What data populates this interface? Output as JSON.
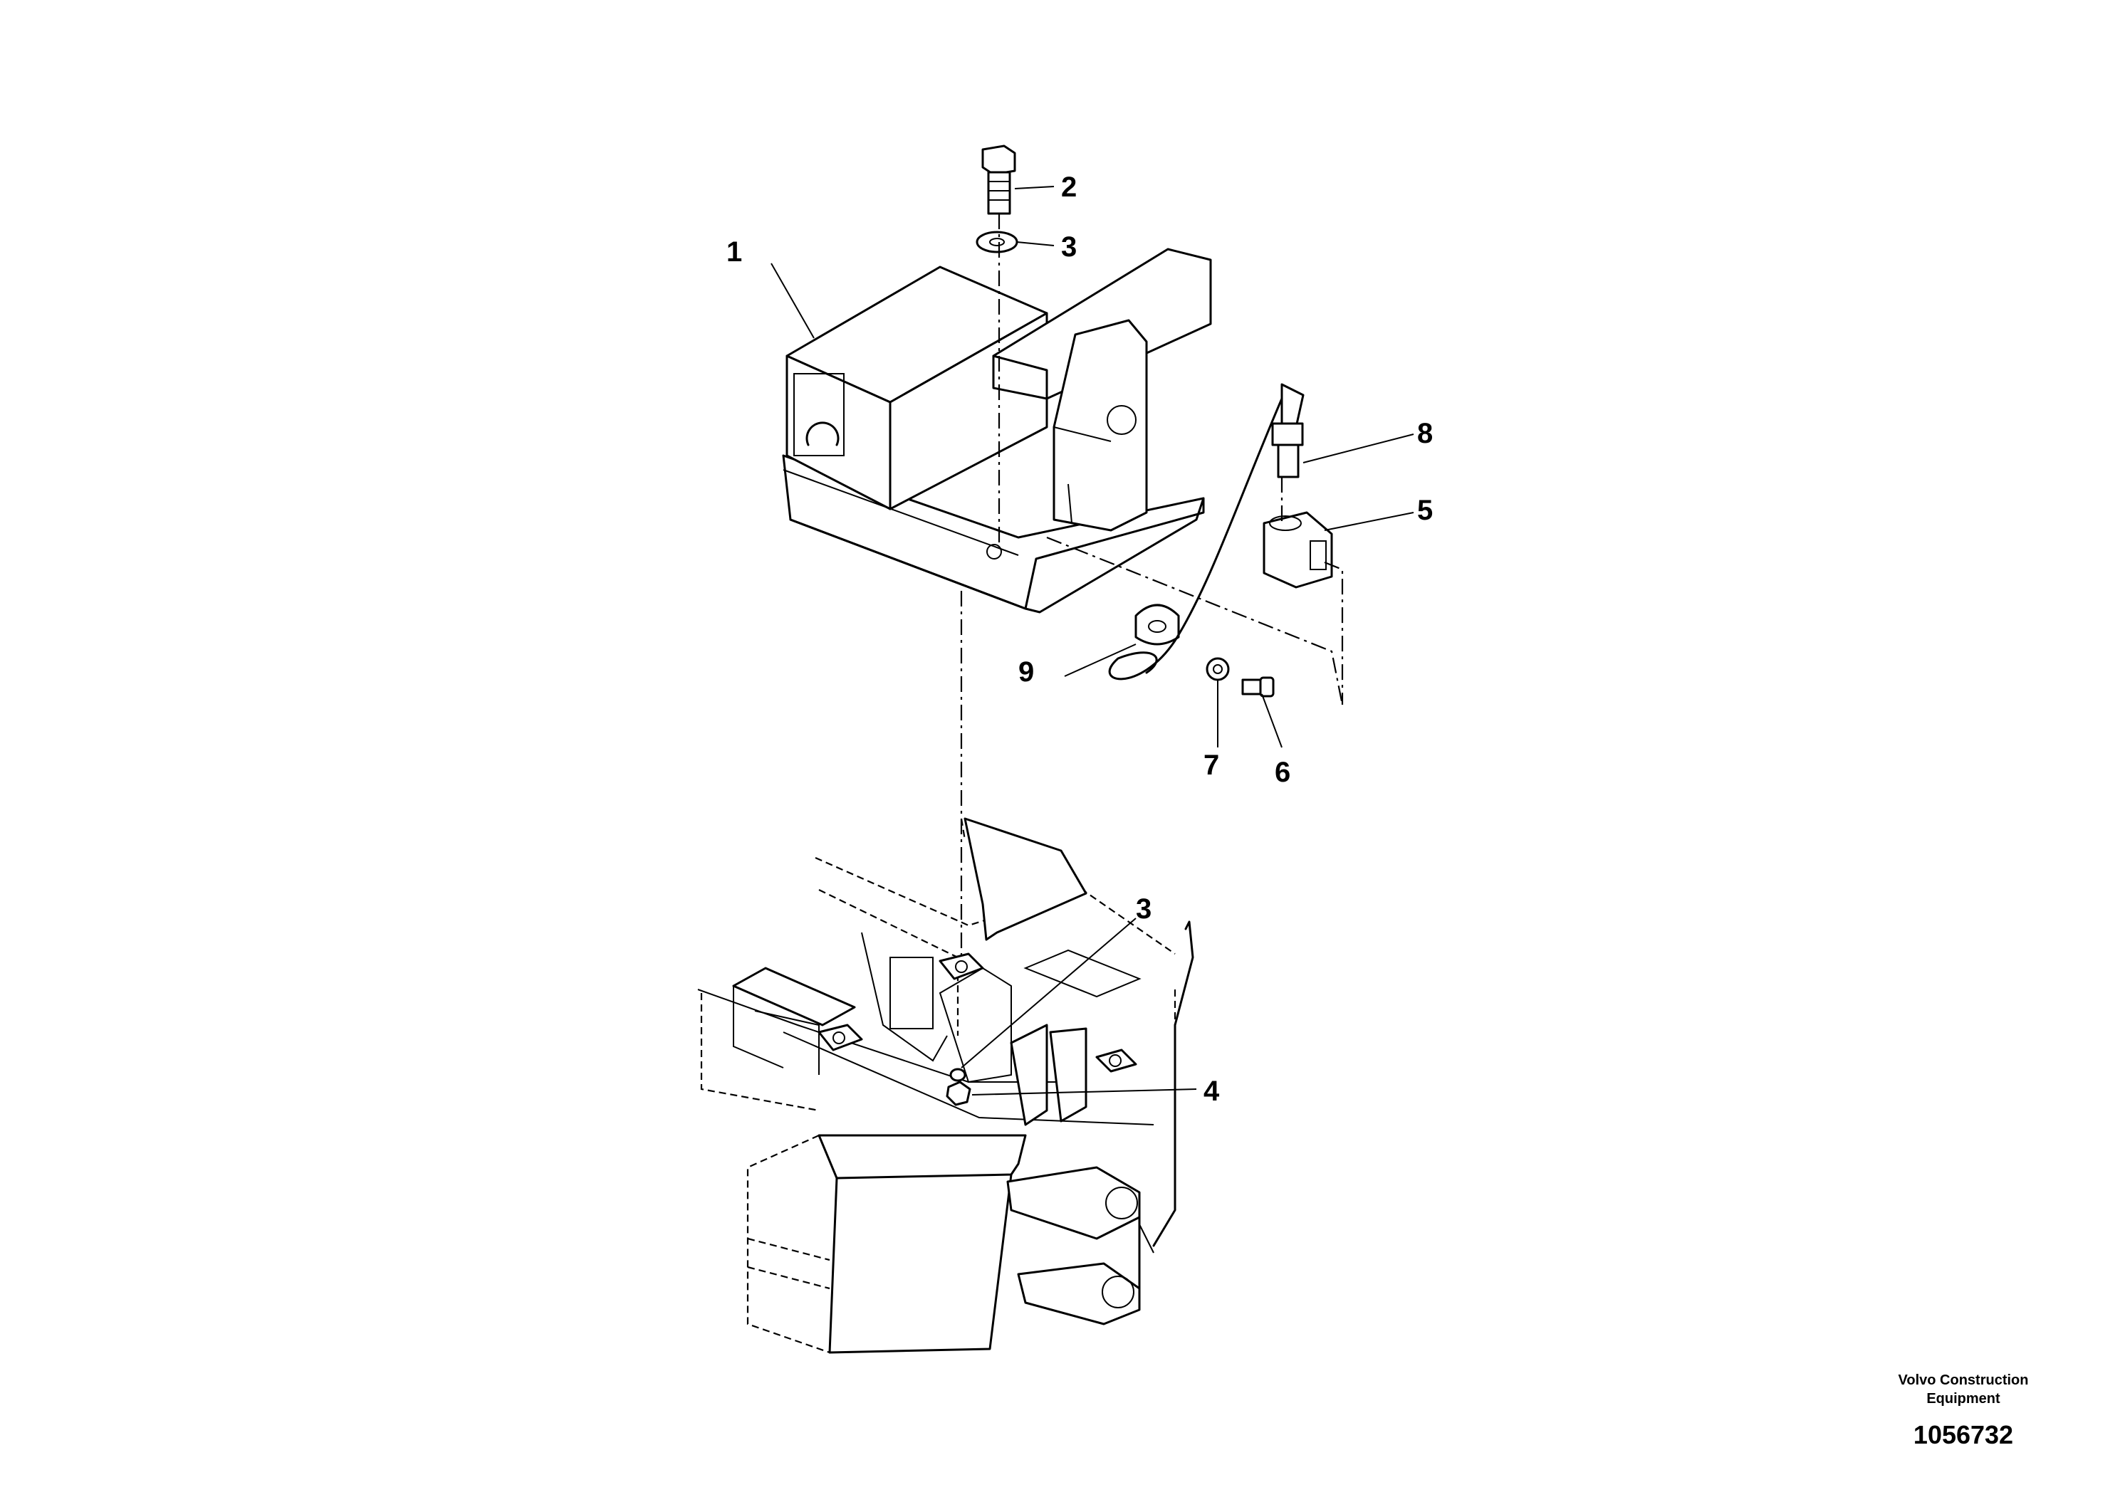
{
  "callouts": [
    {
      "id": "c1",
      "label": "1"
    },
    {
      "id": "c2",
      "label": "2"
    },
    {
      "id": "c3a",
      "label": "3"
    },
    {
      "id": "c3b",
      "label": "3"
    },
    {
      "id": "c4",
      "label": "4"
    },
    {
      "id": "c5",
      "label": "5"
    },
    {
      "id": "c6",
      "label": "6"
    },
    {
      "id": "c7",
      "label": "7"
    },
    {
      "id": "c8",
      "label": "8"
    },
    {
      "id": "c9",
      "label": "9"
    }
  ],
  "footer": {
    "brand": "Volvo Construction Equipment",
    "drawing_number": "1056732"
  }
}
